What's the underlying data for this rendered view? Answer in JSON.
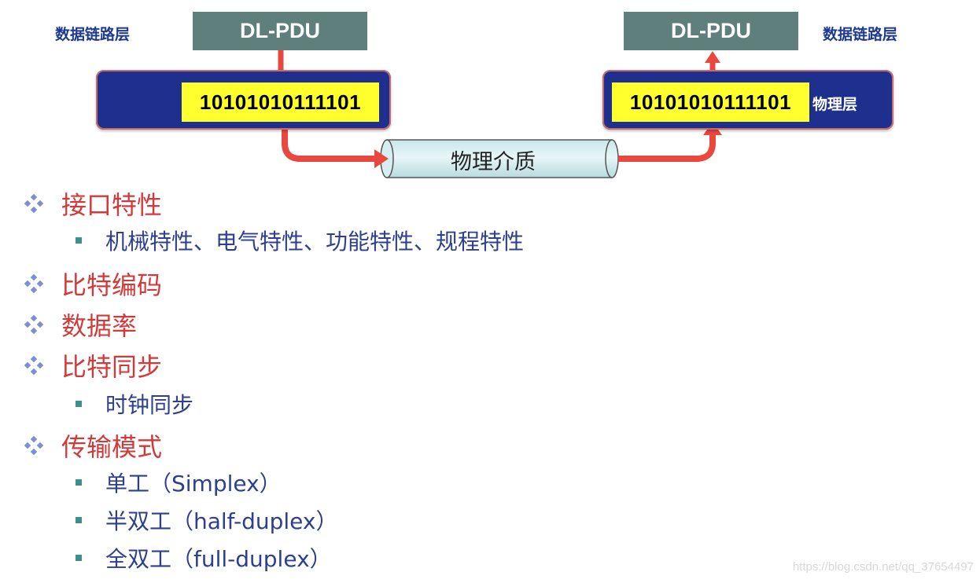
{
  "diagram": {
    "left": {
      "layer_label": "数据链路层",
      "pdu": "DL-PDU",
      "bits": "10101010111101"
    },
    "right": {
      "layer_label": "数据链路层",
      "pdu": "DL-PDU",
      "bits": "10101010111101",
      "phys_label": "物理层"
    },
    "medium_label": "物理介质",
    "colors": {
      "pdu_box": "#5f7f7c",
      "phys_bar": "#1e2f8e",
      "bits_box": "#ffff2e",
      "arrow": "#e8483d",
      "layer_label": "#1f3a8c"
    }
  },
  "list": {
    "items": [
      {
        "level": 1,
        "text": "接口特性"
      },
      {
        "level": 2,
        "text": "机械特性、电气特性、功能特性、规程特性"
      },
      {
        "level": 1,
        "text": "比特编码"
      },
      {
        "level": 1,
        "text": "数据率"
      },
      {
        "level": 1,
        "text": "比特同步"
      },
      {
        "level": 2,
        "text": "时钟同步"
      },
      {
        "level": 1,
        "text": "传输模式"
      },
      {
        "level": 2,
        "text": "单工（Simplex）"
      },
      {
        "level": 2,
        "text": "半双工（half-duplex）"
      },
      {
        "level": 2,
        "text": "全双工（full-duplex）"
      }
    ],
    "colors": {
      "level1_text": "#d23a3a",
      "level2_text": "#2d3f8e",
      "diamond_bullet": "#7b8fd6",
      "square_bullet": "#3c8f8a"
    }
  },
  "watermark": "https://blog.csdn.net/qq_37654497"
}
